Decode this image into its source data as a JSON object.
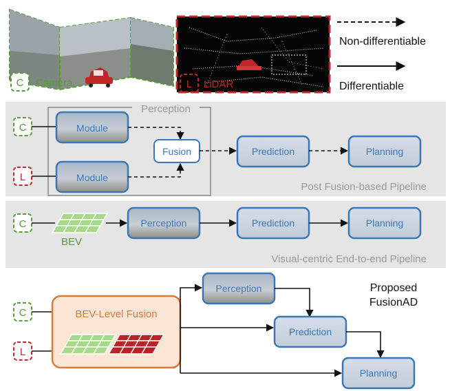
{
  "legend": {
    "dashed_label": "Non-differentiable",
    "solid_label": "Differentiable"
  },
  "sensors": {
    "camera_badge": "C",
    "camera_label": "Camera",
    "lidar_badge": "L",
    "lidar_label": "LiDAR"
  },
  "post_fusion": {
    "badge_c": "C",
    "badge_l": "L",
    "perception_group_label": "Perception",
    "module_top": "Module",
    "module_bottom": "Module",
    "fusion": "Fusion",
    "prediction": "Prediction",
    "planning": "Planning",
    "pipeline_label": "Post Fusion-based Pipeline"
  },
  "visual_centric": {
    "badge_c": "C",
    "bev_label": "BEV",
    "perception": "Perception",
    "prediction": "Prediction",
    "planning": "Planning",
    "pipeline_label": "Visual-centric End-to-end Pipeline"
  },
  "proposed": {
    "badge_c": "C",
    "badge_l": "L",
    "bev_fusion_label": "BEV-Level Fusion",
    "perception": "Perception",
    "prediction": "Prediction",
    "planning": "Planning",
    "title_line1": "Proposed",
    "title_line2": "FusionAD"
  },
  "colors": {
    "camera_green": "#5a9a3a",
    "lidar_red": "#c0282a",
    "box_blue": "#3a77b8",
    "fusion_orange": "#d97a3a",
    "panel_gray": "#e5e5e5",
    "label_gray": "#9a9a9a"
  }
}
